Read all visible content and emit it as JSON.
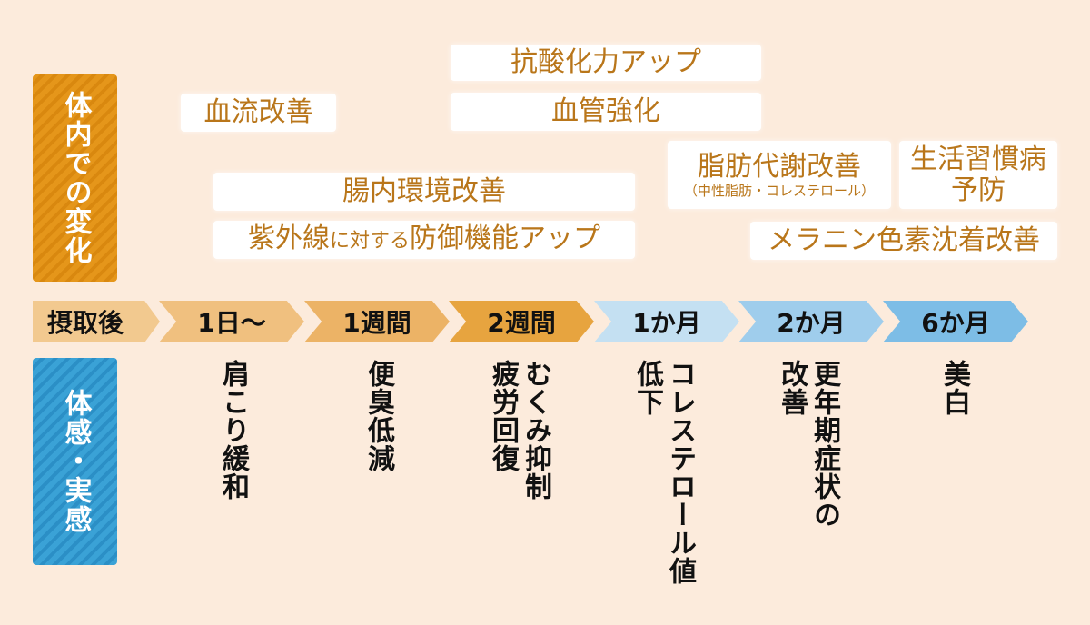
{
  "labels": {
    "body_changes": "体内での変化",
    "sensation": "体感・実感"
  },
  "body_effects": [
    {
      "id": "blood-flow",
      "text": "血流改善"
    },
    {
      "id": "antioxidant",
      "text": "抗酸化力アップ"
    },
    {
      "id": "vessel",
      "text": "血管強化"
    },
    {
      "id": "gut",
      "text": "腸内環境改善"
    },
    {
      "id": "uv",
      "text_big1": "紫外線",
      "text_small": "に対する",
      "text_big2": "防御機能アップ"
    },
    {
      "id": "lipid",
      "text": "脂肪代謝改善",
      "sub": "（中性脂肪・コレステロール）"
    },
    {
      "id": "lifestyle",
      "line1": "生活習慣病",
      "line2": "予防"
    },
    {
      "id": "melanin",
      "text": "メラニン色素沈着改善"
    }
  ],
  "timeline": [
    {
      "label": "摂取後",
      "color": "#f2c98f"
    },
    {
      "label": "1日〜",
      "color": "#f0c07f"
    },
    {
      "label": "1週間",
      "color": "#ecb366"
    },
    {
      "label": "2週間",
      "color": "#e7a43f"
    },
    {
      "label": "1か月",
      "color": "#c4e0f2"
    },
    {
      "label": "2か月",
      "color": "#9fcdec"
    },
    {
      "label": "6か月",
      "color": "#7dbde6"
    }
  ],
  "sensations": {
    "day1": [
      "肩こり緩和"
    ],
    "week1": [
      "便臭低減"
    ],
    "week2": [
      "むくみ抑制",
      "疲労回復"
    ],
    "month1": [
      "コレステロール値",
      "低下"
    ],
    "month2": [
      "更年期症状の",
      "改善"
    ],
    "month6": [
      "美白"
    ]
  },
  "colors": {
    "background": "#fcebdc",
    "body_label": "#e5961a",
    "sensation_label": "#3aa2d6",
    "effect_text": "#b9761a"
  }
}
